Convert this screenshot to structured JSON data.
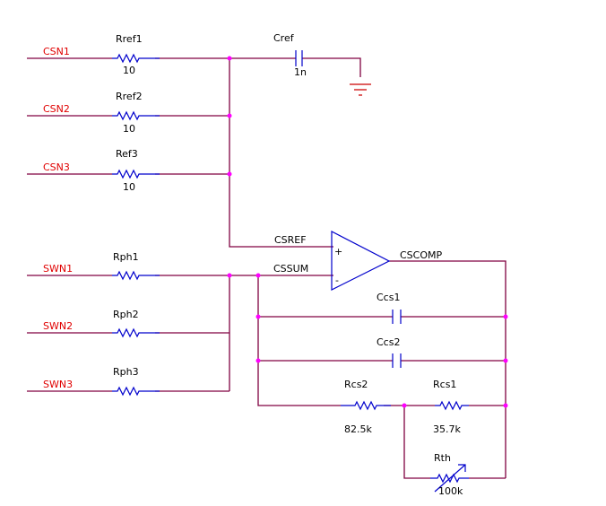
{
  "nets": {
    "csn1": "CSN1",
    "csn2": "CSN2",
    "csn3": "CSN3",
    "swn1": "SWN1",
    "swn2": "SWN2",
    "swn3": "SWN3",
    "csref": "CSREF",
    "cssum": "CSSUM",
    "cscomp": "CSCOMP"
  },
  "components": {
    "rref1": {
      "name": "Rref1",
      "value": "10"
    },
    "rref2": {
      "name": "Rref2",
      "value": "10"
    },
    "ref3": {
      "name": "Ref3",
      "value": "10"
    },
    "cref": {
      "name": "Cref",
      "value": "1n"
    },
    "rph1": {
      "name": "Rph1"
    },
    "rph2": {
      "name": "Rph2"
    },
    "rph3": {
      "name": "Rph3"
    },
    "ccs1": {
      "name": "Ccs1"
    },
    "ccs2": {
      "name": "Ccs2"
    },
    "rcs2": {
      "name": "Rcs2",
      "value": "82.5k"
    },
    "rcs1": {
      "name": "Rcs1",
      "value": "35.7k"
    },
    "rth": {
      "name": "Rth",
      "value": "100k"
    }
  },
  "opamp": {
    "plus": "+",
    "minus": "-"
  },
  "colors": {
    "wire": "#800040",
    "component": "#0000cc",
    "net_label": "#e00000",
    "junction": "#ff00ff",
    "ground": "#cc0000"
  }
}
